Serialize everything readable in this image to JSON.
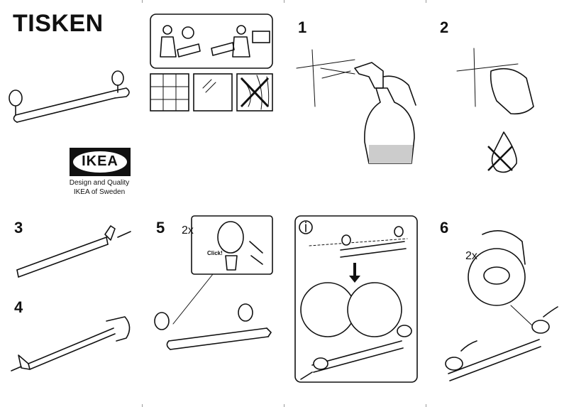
{
  "doc": {
    "title": "TISKEN",
    "brand": {
      "logo_text": "IKEA",
      "tagline_1": "Design and Quality",
      "tagline_2": "IKEA of Sweden"
    },
    "steps": [
      {
        "num": "1"
      },
      {
        "num": "2"
      },
      {
        "num": "3"
      },
      {
        "num": "4"
      },
      {
        "num": "5",
        "multiplier": "2x",
        "click_label": "Click!"
      },
      {
        "num": "6",
        "multiplier": "2x"
      }
    ],
    "info_icon": "info-icon",
    "brand_colors": {
      "logo_yellow": "#ffcc00",
      "logo_blue": "#0058a3",
      "ink": "#111111",
      "liquid": "#cccccc"
    }
  }
}
